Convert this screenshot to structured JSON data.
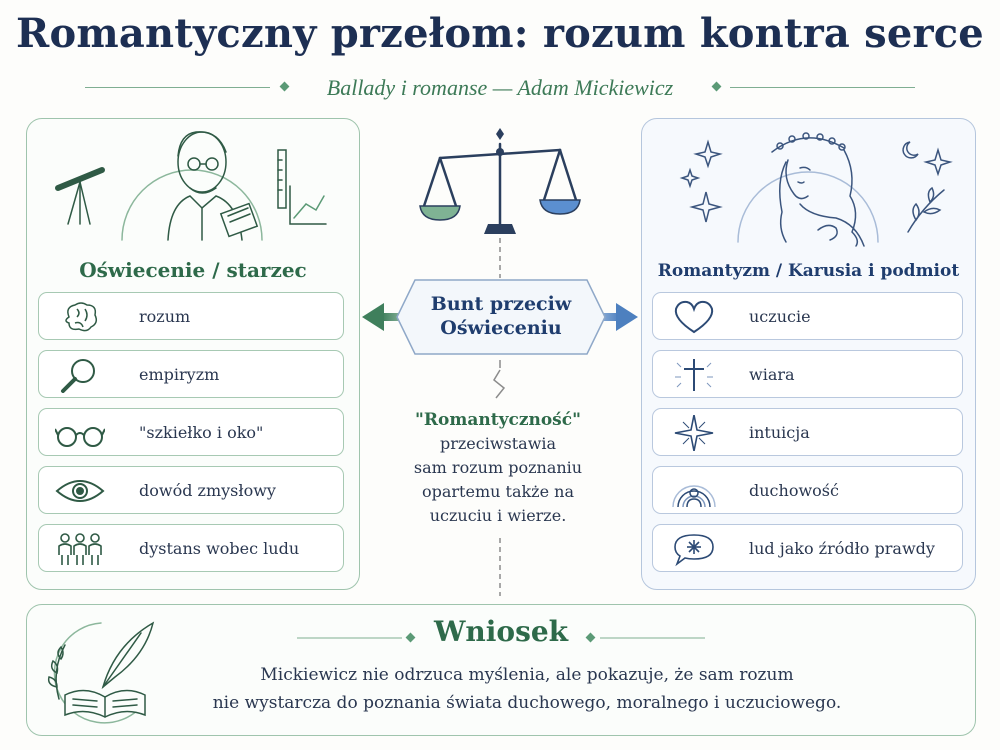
{
  "header": {
    "title": "Romantyczny przełom: rozum kontra serce",
    "subtitle": "Ballady i romanse — Adam Mickiewicz"
  },
  "left": {
    "heading": "Oświecenie / starzec",
    "items": [
      {
        "label": "rozum",
        "icon": "brain-icon"
      },
      {
        "label": "empiryzm",
        "icon": "magnifier-icon"
      },
      {
        "label": "\"szkiełko i oko\"",
        "icon": "glasses-icon"
      },
      {
        "label": "dowód zmysłowy",
        "icon": "eye-icon"
      },
      {
        "label": "dystans wobec ludu",
        "icon": "people-icon"
      }
    ]
  },
  "right": {
    "heading": "Romantyzm / Karusia i podmiot",
    "items": [
      {
        "label": "uczucie",
        "icon": "heart-icon"
      },
      {
        "label": "wiara",
        "icon": "cross-icon"
      },
      {
        "label": "intuicja",
        "icon": "star-icon"
      },
      {
        "label": "duchowość",
        "icon": "spirit-icon"
      },
      {
        "label": "lud jako źródło prawdy",
        "icon": "speech-bubble-icon"
      }
    ]
  },
  "center": {
    "label_line1": "Bunt przeciw",
    "label_line2": "Oświeceniu",
    "quote_title": "\"Romantyczność\"",
    "quote_lines": [
      "przeciwstawia",
      "sam rozum poznaniu",
      "opartemu także na",
      "uczuciu i wierze."
    ]
  },
  "conclusion": {
    "title": "Wniosek",
    "line1": "Mickiewicz nie odrzuca myślenia, ale pokazuje, że sam rozum",
    "line2": "nie wystarcza do poznania świata duchowego, moralnego i uczuciowego."
  },
  "colors": {
    "green": "#2e6a4a",
    "navy": "#1d2f53",
    "blue_accent": "#5b8fd0",
    "green_accent": "#7fb394"
  }
}
